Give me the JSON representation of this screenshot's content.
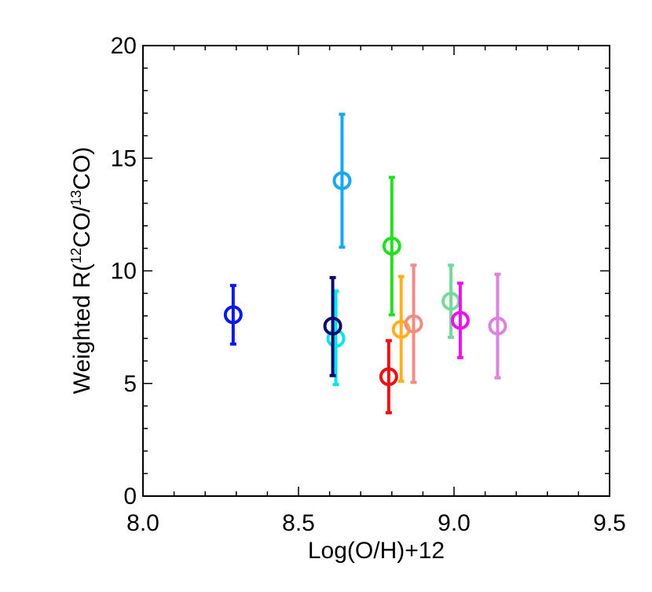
{
  "chart_data": {
    "type": "scatter",
    "title": "",
    "xlabel": "Log(O/H)+12",
    "ylabel": {
      "prefix": "Weighted R(",
      "sup1": "12",
      "mid": "CO/",
      "sup2": "13",
      "suffix": "CO)"
    },
    "xlim": [
      8.0,
      9.5
    ],
    "ylim": [
      0,
      20
    ],
    "xticks": [
      8.0,
      8.5,
      9.0,
      9.5
    ],
    "xtick_labels": [
      "8.0",
      "8.5",
      "9.0",
      "9.5"
    ],
    "yticks": [
      0,
      5,
      10,
      15,
      20
    ],
    "ytick_labels": [
      "0",
      "5",
      "10",
      "15",
      "20"
    ],
    "grid": false,
    "legend": "none",
    "points": [
      {
        "x": 8.29,
        "y": 8.05,
        "ylow": 6.75,
        "yhigh": 9.35,
        "color": "#0a1ae6"
      },
      {
        "x": 8.62,
        "y": 7.0,
        "ylow": 4.95,
        "yhigh": 9.1,
        "color": "#00e5ee"
      },
      {
        "x": 8.61,
        "y": 7.55,
        "ylow": 5.35,
        "yhigh": 9.7,
        "color": "#0b0b6e"
      },
      {
        "x": 8.64,
        "y": 14.0,
        "ylow": 11.05,
        "yhigh": 16.95,
        "color": "#16a8f0"
      },
      {
        "x": 8.79,
        "y": 5.3,
        "ylow": 3.7,
        "yhigh": 6.9,
        "color": "#ee1111"
      },
      {
        "x": 8.8,
        "y": 11.1,
        "ylow": 8.05,
        "yhigh": 14.15,
        "color": "#22e01e"
      },
      {
        "x": 8.83,
        "y": 7.4,
        "ylow": 5.1,
        "yhigh": 9.75,
        "color": "#ffb01e"
      },
      {
        "x": 8.87,
        "y": 7.65,
        "ylow": 5.05,
        "yhigh": 10.25,
        "color": "#f08c84"
      },
      {
        "x": 8.99,
        "y": 8.65,
        "ylow": 7.05,
        "yhigh": 10.25,
        "color": "#78d89a"
      },
      {
        "x": 9.02,
        "y": 7.8,
        "ylow": 6.15,
        "yhigh": 9.45,
        "color": "#ee10ee"
      },
      {
        "x": 9.14,
        "y": 7.55,
        "ylow": 5.25,
        "yhigh": 9.85,
        "color": "#dd82dd"
      }
    ]
  }
}
